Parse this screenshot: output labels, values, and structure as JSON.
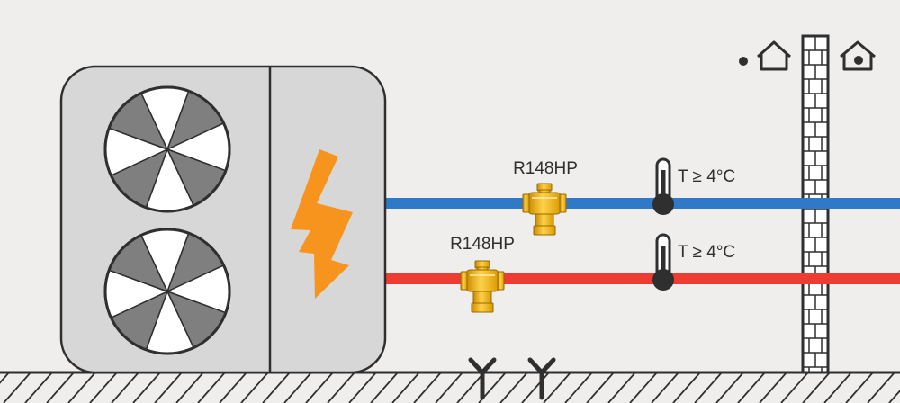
{
  "valves": [
    {
      "label": "R148HP",
      "line": "cold"
    },
    {
      "label": "R148HP",
      "line": "hot"
    }
  ],
  "thermometers": [
    {
      "label": "T ≥ 4°C",
      "line": "cold"
    },
    {
      "label": "T ≥ 4°C",
      "line": "hot"
    }
  ],
  "icons": {
    "outdoor": "house-outside-dot-icon",
    "indoor": "house-inside-dot-icon",
    "power": "lightning-bolt-icon",
    "drain": "drain-icon"
  },
  "colors": {
    "background": "#efeeed",
    "cold_pipe": "#2f79c6",
    "hot_pipe": "#ee3c32",
    "unit_body": "#d7d7d7",
    "bolt": "#f7941d",
    "valve": "#f0b400",
    "outline": "#2f2f2f"
  }
}
